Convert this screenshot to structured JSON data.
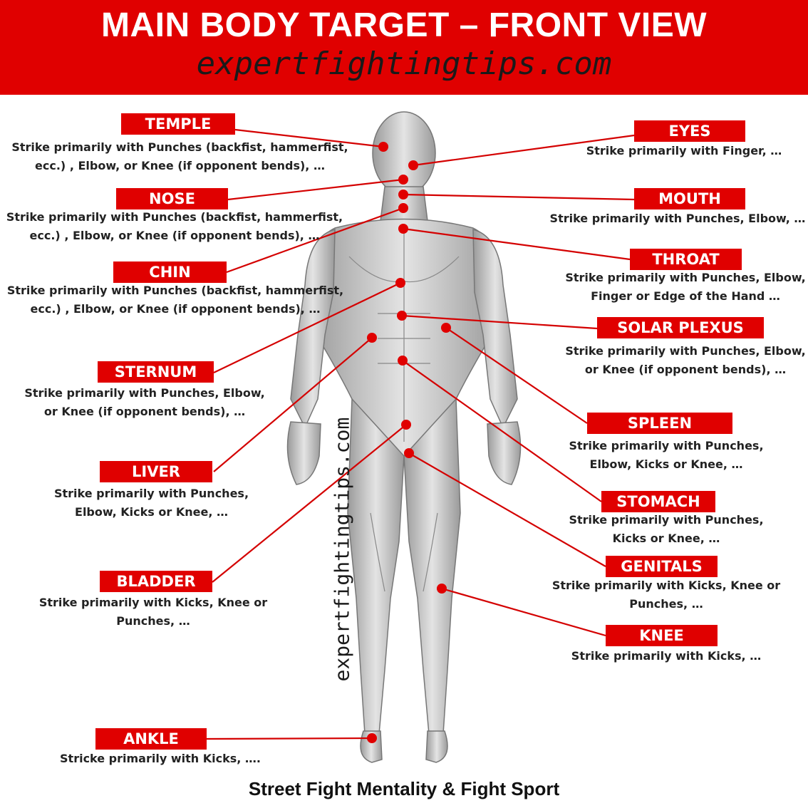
{
  "header": {
    "title": "MAIN BODY TARGET – FRONT VIEW",
    "site": "expertfightingtips.com"
  },
  "colors": {
    "accent": "#e00000",
    "text": "#222222",
    "figure": "#bdbdbd"
  },
  "targets": {
    "temple": {
      "label": "TEMPLE",
      "desc1": "Strike primarily  with Punches (backfist, hammerfist,",
      "desc2": "ecc.) , Elbow, or Knee (if opponent bends), …"
    },
    "nose": {
      "label": "NOSE",
      "desc1": "Strike primarily  with Punches (backfist, hammerfist,",
      "desc2": "ecc.) , Elbow, or Knee (if opponent bends), …"
    },
    "chin": {
      "label": "CHIN",
      "desc1": "Strike primarily  with Punches (backfist, hammerfist,",
      "desc2": "ecc.) , Elbow, or Knee (if opponent bends), …"
    },
    "sternum": {
      "label": "STERNUM",
      "desc1": "Strike primarily  with Punches,  Elbow,",
      "desc2": "or Knee (if opponent bends), …"
    },
    "liver": {
      "label": "LIVER",
      "desc1": "Strike primarily  with Punches,",
      "desc2": "Elbow, Kicks or Knee, …"
    },
    "bladder": {
      "label": "BLADDER",
      "desc1": "Strike primarily  with Kicks, Knee or",
      "desc2": "Punches, …"
    },
    "ankle": {
      "label": "ANKLE",
      "desc1": "Stricke primarily  with Kicks, …."
    },
    "eyes": {
      "label": "EYES",
      "desc1": "Strike primarily  with Finger, …"
    },
    "mouth": {
      "label": "MOUTH",
      "desc1": "Strike primarily  with Punches,  Elbow, …"
    },
    "throat": {
      "label": "THROAT",
      "desc1": "Strike primarily  with Punches,  Elbow,",
      "desc2": "Finger or Edge of the Hand …"
    },
    "solar_plexus": {
      "label": "SOLAR PLEXUS",
      "desc1": "Strike primarily  with Punches,  Elbow,",
      "desc2": "or Knee (if opponent bends), …"
    },
    "spleen": {
      "label": "SPLEEN",
      "desc1": "Strike primarily  with Punches,",
      "desc2": "Elbow, Kicks or Knee, …"
    },
    "stomach": {
      "label": "STOMACH",
      "desc1": "Strike primarily  with Punches,",
      "desc2": "Kicks or Knee, …"
    },
    "genitals": {
      "label": "GENITALS",
      "desc1": "Strike primarily  with Kicks, Knee or",
      "desc2": "Punches, …"
    },
    "knee": {
      "label": "KNEE",
      "desc1": "Strike primarily  with Kicks, …"
    }
  },
  "watermark": "expertfightingtips.com",
  "footer": "Street Fight Mentality & Fight Sport"
}
